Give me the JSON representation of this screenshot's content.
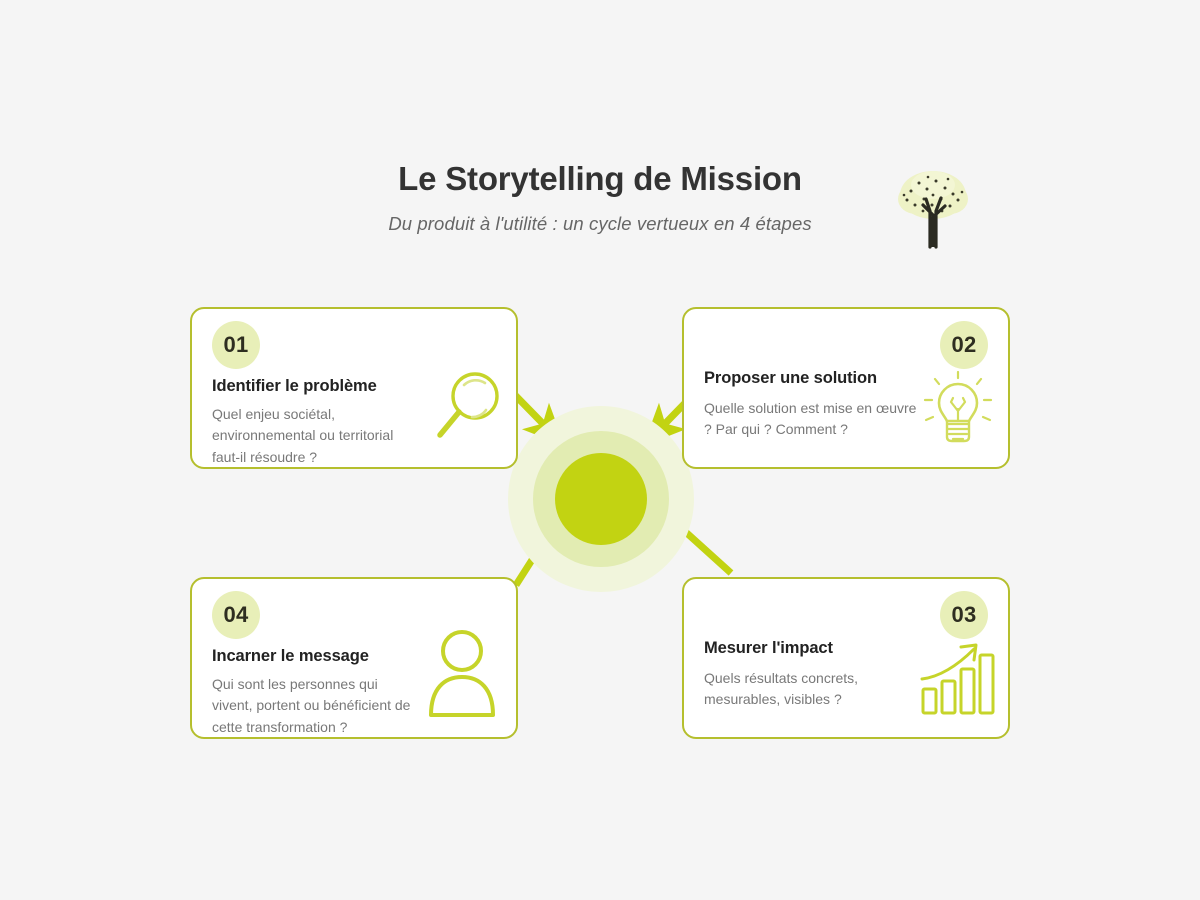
{
  "header": {
    "title": "Le Storytelling de Mission",
    "subtitle": "Du produit à l'utilité : un cycle vertueux en 4 étapes",
    "logo_icon": "tree-icon"
  },
  "colors": {
    "background": "#f5f5f5",
    "accent": "#c2d312",
    "card_border": "#b5bf2e",
    "badge_bg": "#e8efb8",
    "title_text": "#333333",
    "body_text": "#787878",
    "hub_outer": "#f1f5dc",
    "hub_mid": "#e2ecb2",
    "arrow": "#c2d312"
  },
  "cards": [
    {
      "number": "01",
      "title": "Identifier le problème",
      "description": "Quel enjeu sociétal, environnemental ou territorial faut-il résoudre ?",
      "icon": "magnifier-icon",
      "badge_position": "left"
    },
    {
      "number": "02",
      "title": "Proposer une solution",
      "description": "Quelle solution est mise en œuvre ? Par qui ? Comment ?",
      "icon": "lightbulb-icon",
      "badge_position": "right"
    },
    {
      "number": "03",
      "title": "Mesurer l'impact",
      "description": "Quels résultats concrets, mesurables, visibles ?",
      "icon": "growth-chart-icon",
      "badge_position": "right"
    },
    {
      "number": "04",
      "title": "Incarner le message",
      "description": "Qui sont les personnes qui vivent, portent ou bénéficient de cette transformation ?",
      "icon": "person-icon",
      "badge_position": "left"
    }
  ],
  "center": {
    "label": "",
    "icon": "hub-circle"
  },
  "arrows": [
    {
      "from": "01",
      "to": "center",
      "direction": "down-right"
    },
    {
      "from": "02",
      "to": "center",
      "direction": "down-left"
    },
    {
      "from": "03",
      "to": "center",
      "direction": "up-left"
    },
    {
      "from": "04",
      "to": "center",
      "direction": "up-right"
    }
  ]
}
